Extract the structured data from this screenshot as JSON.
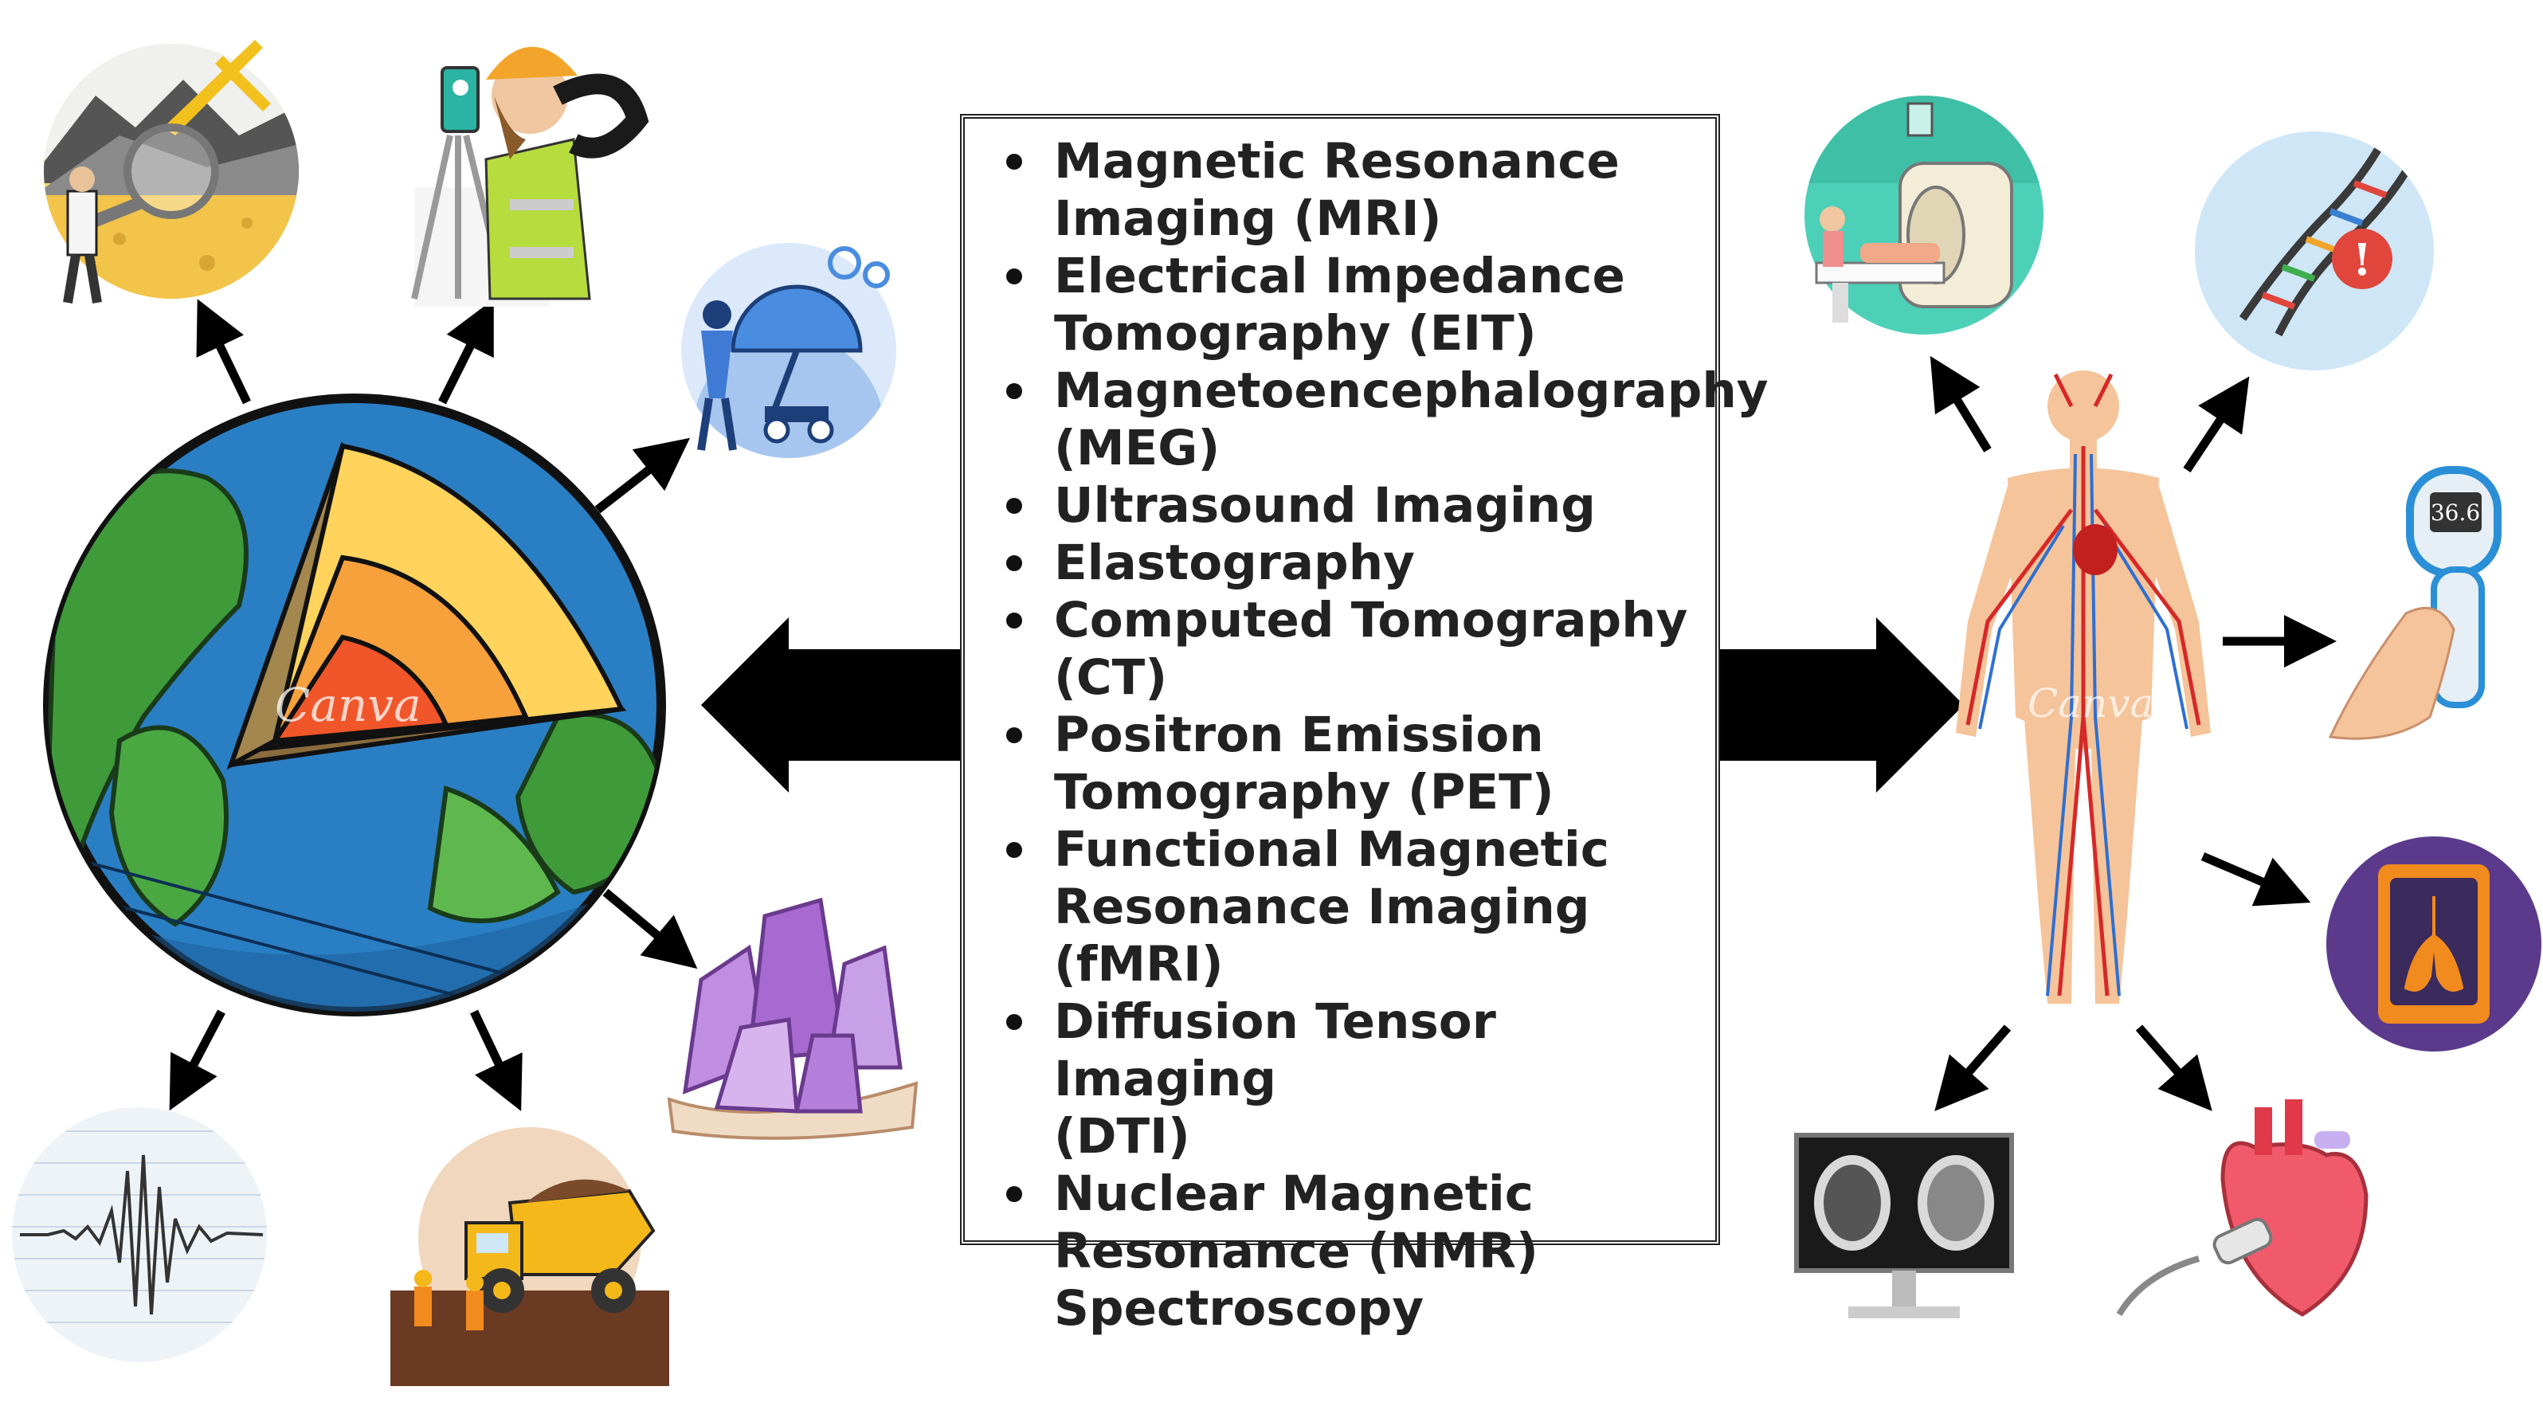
{
  "center_list": {
    "items": [
      {
        "lines": [
          "Magnetic Resonance",
          "Imaging (MRI)"
        ]
      },
      {
        "lines": [
          "Electrical Impedance",
          "Tomography (EIT)"
        ]
      },
      {
        "lines": [
          "Magnetoencephalography",
          "(MEG)"
        ]
      },
      {
        "lines": [
          "Ultrasound Imaging"
        ]
      },
      {
        "lines": [
          "Elastography"
        ]
      },
      {
        "lines": [
          "Computed Tomography",
          "(CT)"
        ]
      },
      {
        "lines": [
          "Positron Emission",
          "Tomography (PET)"
        ]
      },
      {
        "lines": [
          "Functional Magnetic",
          "Resonance Imaging (fMRI)"
        ]
      },
      {
        "lines": [
          "Diffusion Tensor Imaging",
          "(DTI)"
        ]
      },
      {
        "lines": [
          "Nuclear Magnetic",
          "Resonance (NMR)",
          "Spectroscopy"
        ]
      }
    ]
  },
  "watermarks": {
    "earth": "Canva",
    "body": "Canva"
  },
  "thermometer_reading": "36.6",
  "colors": {
    "earth_ocean": "#2a7fc4",
    "earth_land": "#3f9a3a",
    "core_inner": "#f0562a",
    "core_mid": "#f7a13c",
    "core_outer": "#ffd35c",
    "body_skin": "#f5c49a",
    "artery": "#d62828",
    "vein": "#2e6fd1"
  },
  "icons": [
    "earth-cross-section-icon",
    "geologist-magnifier-icon",
    "surveyor-theodolite-icon",
    "space-rover-icon",
    "amethyst-crystal-icon",
    "seismic-wave-icon",
    "mining-truck-icon",
    "human-anatomy-icon",
    "mri-scanner-icon",
    "dna-alert-icon",
    "thermometer-gun-icon",
    "lung-xray-tablet-icon",
    "heart-ultrasound-icon",
    "brain-ct-monitor-icon"
  ]
}
